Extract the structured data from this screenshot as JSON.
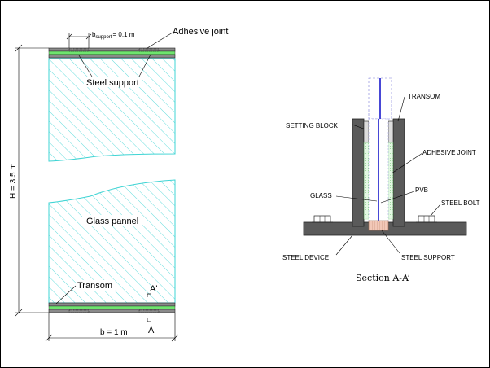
{
  "left": {
    "b_support_label": "b",
    "b_support_sub": "support",
    "b_support_value": "= 0.1 m",
    "adhesive_joint": "Adhesive joint",
    "steel_support": "Steel support",
    "glass_pannel": "Glass pannel",
    "transom": "Transom",
    "height_dim": "H = 3.5 m",
    "width_dim": "b = 1 m",
    "section_top": "A'",
    "section_bottom": "A"
  },
  "right": {
    "transom": "TRANSOM",
    "setting_block": "SETTING BLOCK",
    "adhesive_joint": "ADHESIVE JOINT",
    "glass": "GLASS",
    "pvb": "PVB",
    "steel_bolt": "STEEL BOLT",
    "steel_device": "STEEL DEVICE",
    "steel_support": "STEEL SUPPORT",
    "caption": "Section A-A’"
  },
  "colors": {
    "glass_hatch": "#3fd4d4",
    "adhesive_green": "#6ee46e",
    "steel_dark": "#5a5a5a",
    "steel_grey": "#8a8a8a",
    "pvb_blue": "#1a1acc",
    "support_pink": "#f2c8b8"
  }
}
